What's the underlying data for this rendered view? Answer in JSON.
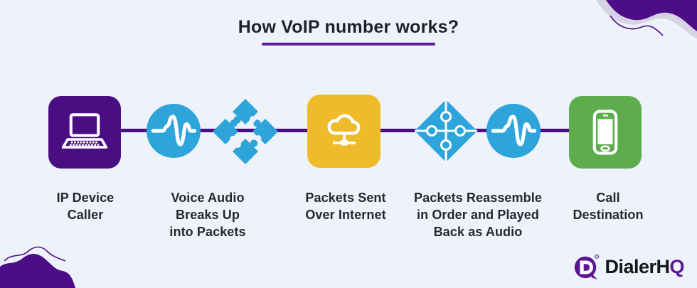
{
  "title": {
    "text": "How VoIP number works?"
  },
  "colors": {
    "background": "#edf2fb",
    "deep_purple": "#4a0d82",
    "underline_purple": "#5e1d9e",
    "blue": "#2da4da",
    "yellow": "#eebc2b",
    "green": "#5dad4d",
    "text_dark": "#232733",
    "logo_purple": "#5b1694",
    "blob_purple": "#4c0d87",
    "blob_shadow": "#d6d3e4"
  },
  "steps": [
    {
      "id": "ip-device-caller",
      "icons": [
        "laptop-icon"
      ],
      "label_lines": [
        "IP Device",
        "Caller"
      ]
    },
    {
      "id": "voice-audio-breaks-up",
      "icons": [
        "waveform-icon",
        "puzzle-break-apart-icon"
      ],
      "label_lines": [
        "Voice Audio",
        "Breaks Up",
        "into Packets"
      ]
    },
    {
      "id": "packets-sent-over-internet",
      "icons": [
        "cloud-network-icon"
      ],
      "label_lines": [
        "Packets Sent",
        "Over Internet"
      ]
    },
    {
      "id": "packets-reassemble",
      "icons": [
        "puzzle-assembled-icon",
        "waveform-icon"
      ],
      "label_lines": [
        "Packets Reassemble",
        "in Order and Played",
        "Back as Audio"
      ]
    },
    {
      "id": "call-destination",
      "icons": [
        "smartphone-icon"
      ],
      "label_lines": [
        "Call",
        "Destination"
      ]
    }
  ],
  "logo": {
    "brand_prefix": "DialerH",
    "brand_suffix": "Q"
  }
}
